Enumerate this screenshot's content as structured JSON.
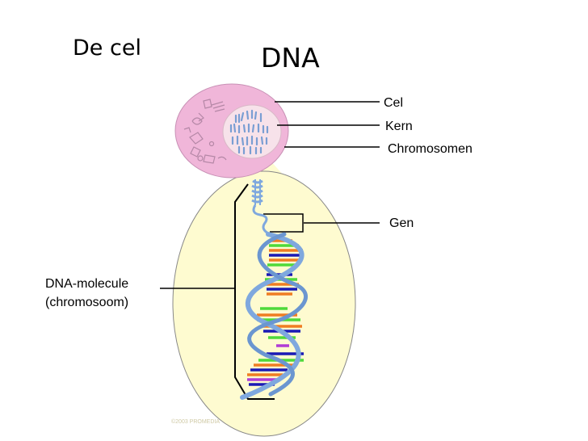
{
  "heading": "De cel",
  "title": "DNA",
  "labels": {
    "cel": "Cel",
    "kern": "Kern",
    "chromosomen": "Chromosomen",
    "gen": "Gen",
    "dna_molecule_line1": "DNA-molecule",
    "dna_molecule_line2": "(chromosoom)"
  },
  "colors": {
    "cell": "#f0b6d9",
    "nucleus": "#f7e2ea",
    "chromosome": "#7a9ed3",
    "zoom_area": "#fefbd0",
    "helix_strand": "#7fa8de",
    "base_orange": "#ef7d22",
    "base_green": "#4fd93a",
    "base_blue": "#1a1ab5",
    "base_purple": "#b13cd6"
  },
  "watermark": "©2003 PROMEDIA"
}
